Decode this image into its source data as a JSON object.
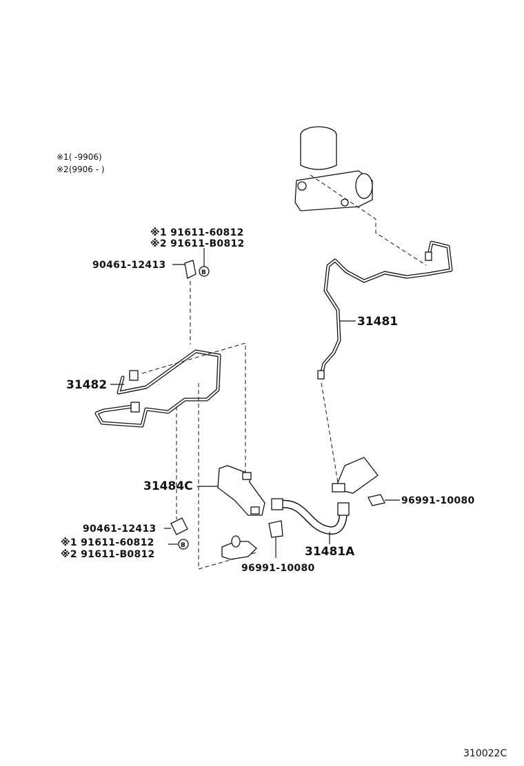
{
  "legend": {
    "note1": "※1(      -9906)",
    "note2": "※2(9906 -      )"
  },
  "parts": {
    "p31481": "31481",
    "p31482": "31482",
    "p31484c": "31484C",
    "p31481a": "31481A",
    "clip_right": "96991-10080",
    "clip_bottom": "96991-10080",
    "top_n1": "※1  91611-60812",
    "top_n2": "※2  91611-B0812",
    "top_bracket": "90461-12413",
    "bot_bracket": "90461-12413",
    "bot_n1": "※1  91611-60812",
    "bot_n2": "※2  91611-B0812",
    "bolt_mark": "B"
  },
  "figure_ref": "310022C"
}
